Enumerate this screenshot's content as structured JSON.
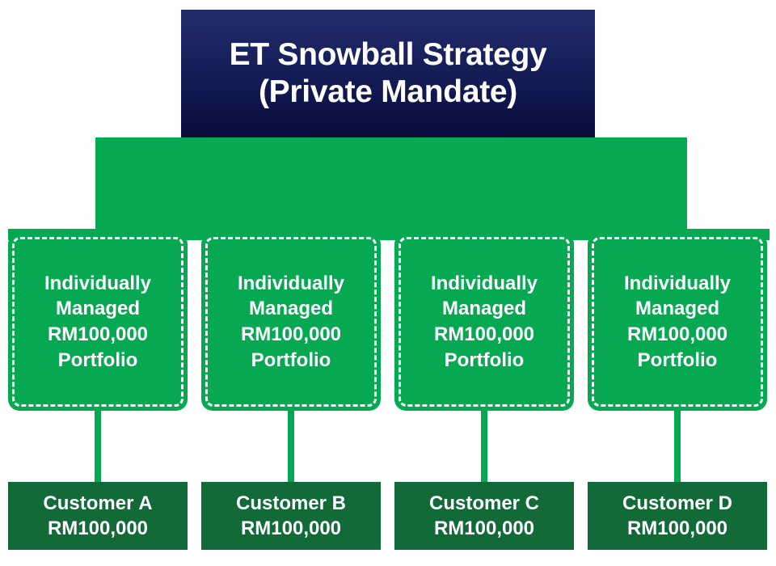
{
  "diagram": {
    "type": "organizational-hierarchy",
    "colors": {
      "title_gradient_top": "#232c6b",
      "title_gradient_bottom": "#080c3a",
      "connector_green": "#06a851",
      "portfolio_green": "#06a851",
      "customer_green": "#116a38",
      "text_white": "#ffffff",
      "background": "#ffffff"
    },
    "title": {
      "line1": "ET Snowball Strategy",
      "line2": "(Private Mandate)"
    },
    "portfolios": [
      {
        "line1": "Individually",
        "line2": "Managed",
        "line3": "RM100,000",
        "line4": "Portfolio"
      },
      {
        "line1": "Individually",
        "line2": "Managed",
        "line3": "RM100,000",
        "line4": "Portfolio"
      },
      {
        "line1": "Individually",
        "line2": "Managed",
        "line3": "RM100,000",
        "line4": "Portfolio"
      },
      {
        "line1": "Individually",
        "line2": "Managed",
        "line3": "RM100,000",
        "line4": "Portfolio"
      }
    ],
    "customers": [
      {
        "name": "Customer A",
        "amount": "RM100,000"
      },
      {
        "name": "Customer B",
        "amount": "RM100,000"
      },
      {
        "name": "Customer C",
        "amount": "RM100,000"
      },
      {
        "name": "Customer D",
        "amount": "RM100,000"
      }
    ]
  }
}
